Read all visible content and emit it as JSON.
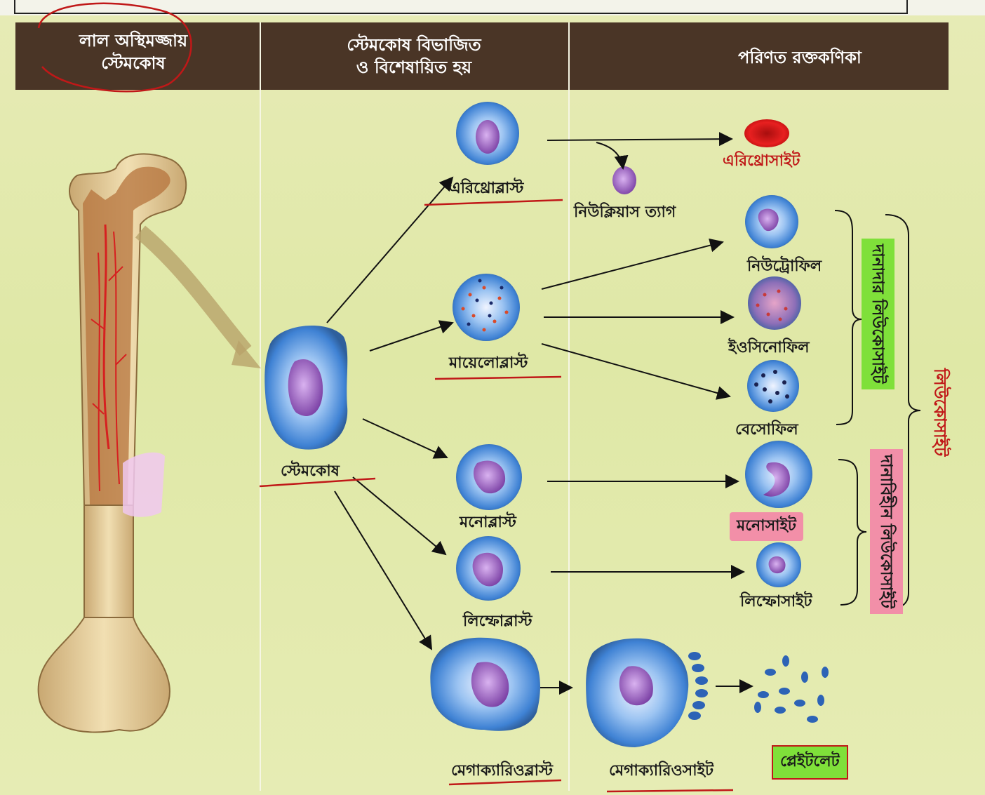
{
  "header": {
    "col1_line1": "লাল অস্থিমজ্জায়",
    "col1_line2": "স্টেমকোষ",
    "col2_line1": "স্টেমকোষ বিভাজিত",
    "col2_line2": "ও বিশেষায়িত হয়",
    "col3": "পরিণত রক্তকণিকা"
  },
  "labels": {
    "stem_cell": "স্টেমকোষ",
    "erythroblast": "এরিথ্রোব্লাস্ট",
    "myeloblast": "মায়েলোব্লাস্ট",
    "monoblast": "মনোব্লাস্ট",
    "lymphoblast": "লিম্ফোব্লাস্ট",
    "megakaryoblast": "মেগাক্যারিওব্লাস্ট",
    "nucleus_loss": "নিউক্লিয়াস ত্যাগ",
    "erythrocyte": "এরিথ্রোসাইট",
    "neutrophil": "নিউট্রোফিল",
    "eosinophil": "ইওসিনোফিল",
    "basophil": "বেসোফিল",
    "monocyte": "মনোসাইট",
    "lymphocyte": "লিম্ফোসাইট",
    "megakaryocyte": "মেগাক্যারিওসাইট",
    "platelet": "প্লেইটলেট"
  },
  "groups": {
    "granulocyte": "দানাদার লিউকোসাইট",
    "agranulocyte": "দানাবিহীন লিউকোসাইট",
    "leukocyte": "লিউকোসাইট"
  },
  "colors": {
    "header_bg": "#4a3526",
    "page_bg": "#e3e9ab",
    "cell_blue": "#3f82d4",
    "nucleus_purple": "#8a4fb0",
    "erythrocyte_red": "#e01818",
    "highlight_pink": "#f28fa8",
    "highlight_green": "#7fe03a",
    "pen_red": "#c01818"
  }
}
